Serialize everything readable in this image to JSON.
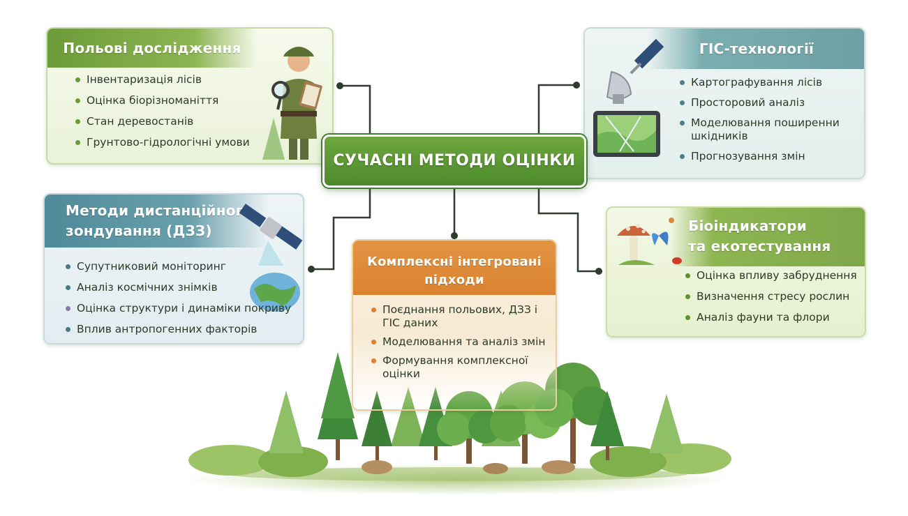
{
  "center": {
    "title": "СУЧАСНІ МЕТОДИ ОЦІНКИ"
  },
  "field_research": {
    "title": "Польові дослідження",
    "items": [
      "Інвентаризація лісів",
      "Оцінка біорізноманіття",
      "Стан деревостанів",
      "Грунтово-гідрологічні умови"
    ]
  },
  "gis": {
    "title": "ГІС-технології",
    "items": [
      "Картографування лісів",
      "Просторовий аналіз",
      "Моделювання поширенни шкідників",
      "Прогнозування змін"
    ]
  },
  "remote_sensing": {
    "title_line1": "Методи дистанційного",
    "title_line2": "зондування (ДЗЗ)",
    "items": [
      "Супутниковий моніторинг",
      "Аналіз космічних знімків",
      "Оцінка структури і динаміки покриву",
      "Вплив антропогенних факторів"
    ]
  },
  "bioindicators": {
    "title_line1": "Біоіндикатори",
    "title_line2": "та екотестування",
    "items": [
      "Оцінка впливу забруднення",
      "Визначення стресу рослин",
      "Аналіз фауни та флори"
    ]
  },
  "integrated": {
    "title_line1": "Комплексні інтегровані",
    "title_line2": "підходи",
    "items": [
      "Поєднання польових, ДЗЗ і ГІС даних",
      "Моделювання та аналіз змін",
      "Формування комплексної оцінки"
    ]
  },
  "colors": {
    "field": "#6c9b3a",
    "gis": "#6d9fa3",
    "remote_sensing": "#4f8a9a",
    "bio": "#8db651",
    "integrated": "#e39443",
    "center": "#4c8a2d",
    "connector": "#2f3b2f"
  },
  "icons": [
    "forester-with-magnifier",
    "satellite-dish",
    "tablet-map",
    "satellite",
    "globe",
    "mushroom",
    "butterfly",
    "ladybug",
    "forest"
  ]
}
